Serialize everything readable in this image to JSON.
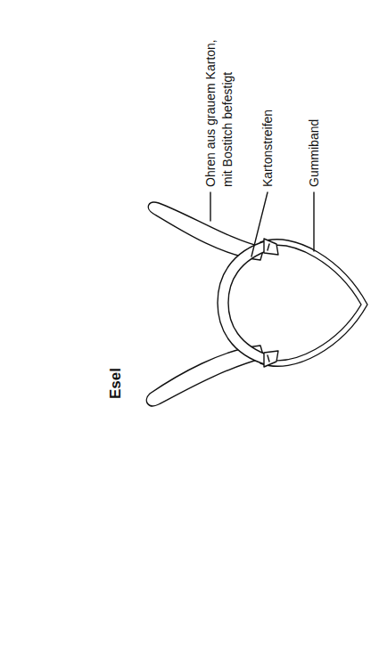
{
  "diagram": {
    "title": "Esel",
    "labels": [
      "Ohren aus grauem Karton, mit Bostitch befestigt",
      "Kartonstreifen",
      "Gummiband"
    ]
  }
}
